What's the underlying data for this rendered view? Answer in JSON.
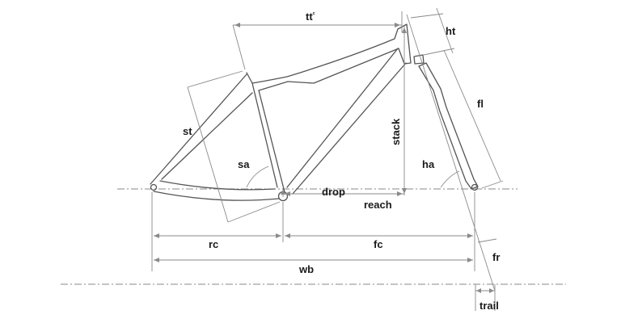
{
  "labels": {
    "top_tube": "tt",
    "top_tube_mark": "ᶜ",
    "head_tube": "ht",
    "fork_length": "fl",
    "stack": "stack",
    "seat_tube": "st",
    "seat_angle": "sa",
    "head_angle": "ha",
    "drop": "drop",
    "reach": "reach",
    "rear_center": "rc",
    "front_center": "fc",
    "fork_rake": "fr",
    "wheelbase": "wb",
    "trail": "trail"
  },
  "colors": {
    "frame_stroke": "#555555",
    "dimension_stroke": "#8a8a8a",
    "label_text": "#1a1a1a",
    "background": "#ffffff"
  }
}
